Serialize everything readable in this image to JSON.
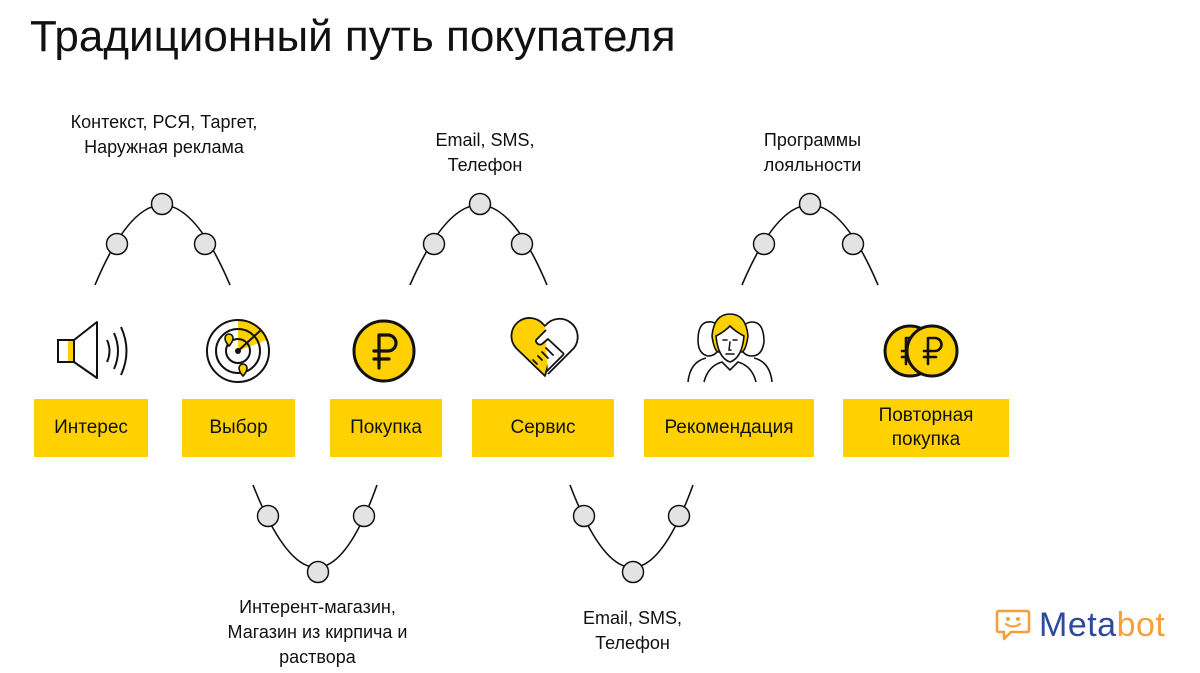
{
  "title": "Традиционный путь покупателя",
  "colors": {
    "accent": "#FFD100",
    "node_fill": "#E3E3E3",
    "line": "#111111",
    "logo_blue": "#2C4A9E",
    "logo_orange": "#F5A03A"
  },
  "stages": [
    {
      "label": "Интерес",
      "icon": "speaker-icon"
    },
    {
      "label": "Выбор",
      "icon": "radar-icon"
    },
    {
      "label": "Покупка",
      "icon": "ruble-coin-icon"
    },
    {
      "label": "Сервис",
      "icon": "handshake-icon"
    },
    {
      "label": "Рекомендация",
      "icon": "people-icon"
    },
    {
      "label": "Повторная\nпокупка",
      "icon": "ruble-coins-icon"
    }
  ],
  "channels_top": [
    {
      "text": "Контекст, РСЯ, Таргет,\nНаружная реклама"
    },
    {
      "text": "Email, SMS,\nТелефон"
    },
    {
      "text": "Программы\nлояльности"
    }
  ],
  "channels_bottom": [
    {
      "text": "Интерент-магазин,\nМагазин из кирпича и\nраствора"
    },
    {
      "text": "Email, SMS,\nТелефон"
    }
  ],
  "logo": {
    "text_main": "Meta",
    "text_accent": "bot",
    "icon": "chat-face-icon"
  }
}
